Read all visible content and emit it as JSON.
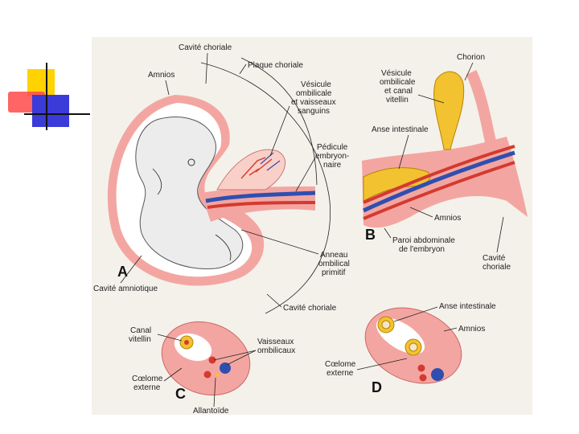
{
  "colors": {
    "paper": "#f4f1ea",
    "amnion": "#ffffff",
    "tissue": "#f3a6a1",
    "tissue_dark": "#e07f7a",
    "artery": "#d43a2f",
    "vein": "#2f4fb0",
    "yolk": "#f2c230",
    "logo_yellow": "#ffd200",
    "logo_red": "#ff4a4a",
    "logo_blue": "#3b3bd9"
  },
  "panel_letters": {
    "a": "A",
    "b": "B",
    "c": "C",
    "d": "D"
  },
  "labels": {
    "cavite_choriale_top": "Cavité choriale",
    "plaque_choriale": "Plaque choriale",
    "amnios_a": "Amnios",
    "vesicule_a": [
      "Vésicule",
      "ombilicale",
      "et vaisseaux",
      "sanguins"
    ],
    "pedicule": [
      "Pédicule",
      "embryon-",
      "naire"
    ],
    "anneau": [
      "Anneau",
      "ombilical",
      "primitif"
    ],
    "cavite_amniotique": "Cavité amniotique",
    "cavite_choriale_bottom": "Cavité choriale",
    "chorion": "Chorion",
    "vesicule_b": [
      "Vésicule",
      "ombilicale",
      "et canal",
      "vitellin"
    ],
    "anse_b": "Anse intestinale",
    "amnios_b": "Amnios",
    "paroi": [
      "Paroi abdominale",
      "de l'embryon"
    ],
    "cavite_choriale_b": [
      "Cavité",
      "choriale"
    ],
    "canal_vitellin": [
      "Canal",
      "vitellin"
    ],
    "vaisseaux": [
      "Vaisseaux",
      "ombilicaux"
    ],
    "coelome_c": [
      "Cœlome",
      "externe"
    ],
    "allantoide": "Allantoïde",
    "anse_d": "Anse intestinale",
    "amnios_d": "Amnios",
    "coelome_d": [
      "Cœlome",
      "externe"
    ]
  }
}
